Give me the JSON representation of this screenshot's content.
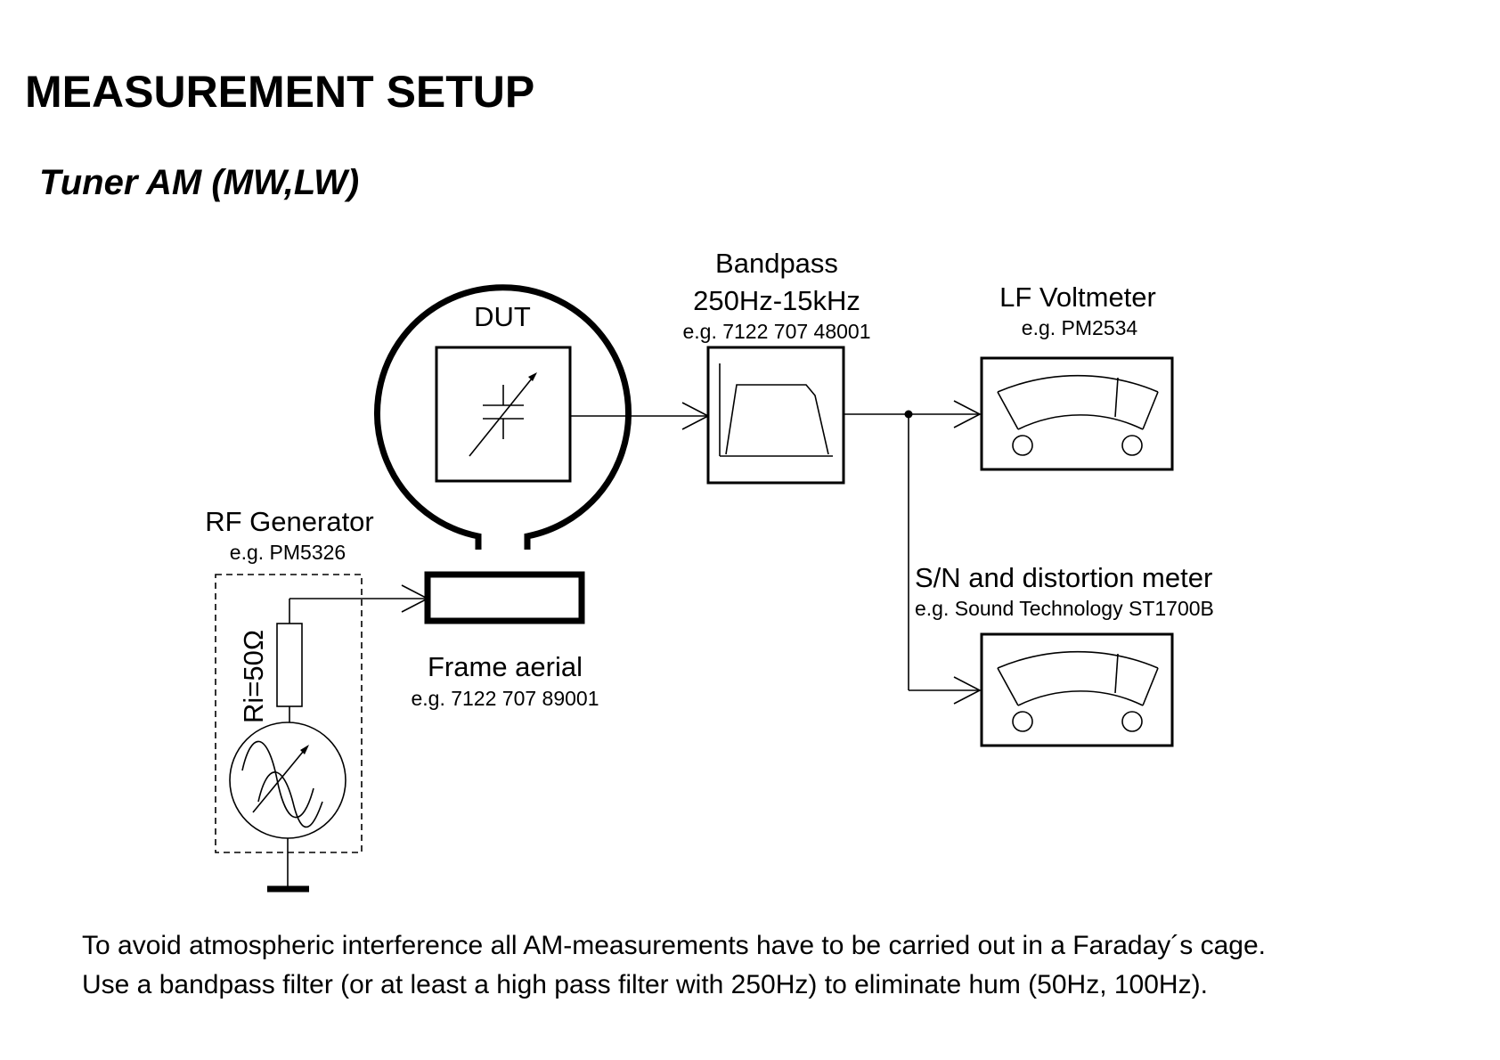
{
  "page": {
    "title": "MEASUREMENT SETUP",
    "subtitle": "Tuner AM (MW,LW)"
  },
  "diagram": {
    "dut": {
      "label": "DUT"
    },
    "bandpass": {
      "label": "Bandpass",
      "range": "250Hz-15kHz",
      "example": "e.g. 7122 707 48001"
    },
    "lf_voltmeter": {
      "label": "LF Voltmeter",
      "example": "e.g. PM2534"
    },
    "sn_meter": {
      "label": "S/N and distortion meter",
      "example": "e.g. Sound Technology ST1700B"
    },
    "rf_generator": {
      "label": "RF Generator",
      "example": "e.g. PM5326",
      "resistor": "Ri=50Ω"
    },
    "frame_aerial": {
      "label": "Frame aerial",
      "example": "e.g. 7122 707 89001"
    }
  },
  "notes": [
    "To avoid atmospheric interference all AM-measurements have to be carried out in a Faraday´s cage.",
    "Use a bandpass filter (or at least a high pass filter with 250Hz) to eliminate hum (50Hz, 100Hz)."
  ]
}
